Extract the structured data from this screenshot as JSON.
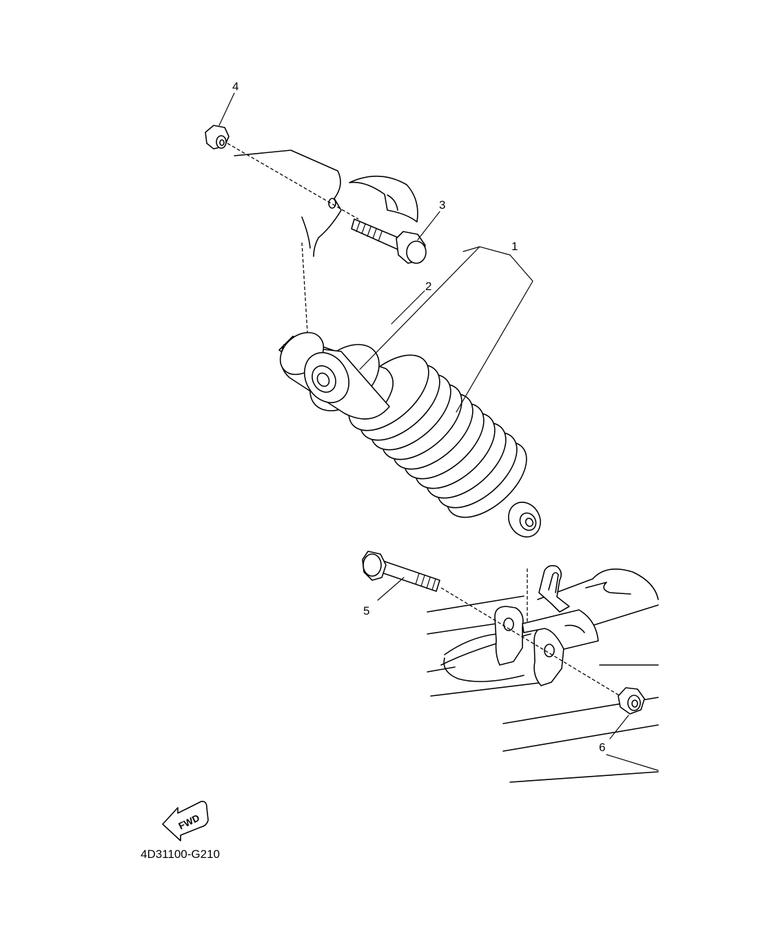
{
  "diagram": {
    "code": "4D31100-G210",
    "fwd_label": "FWD",
    "callouts": [
      "1",
      "2",
      "3",
      "4",
      "5",
      "6"
    ]
  }
}
